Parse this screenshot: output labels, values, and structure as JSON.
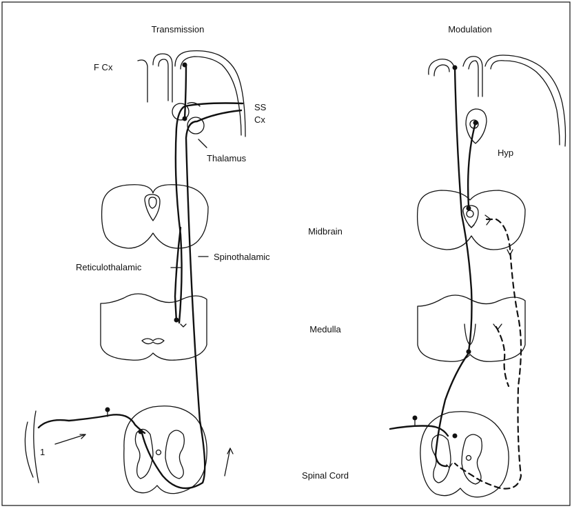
{
  "panels": {
    "left_title": "Transmission",
    "right_title": "Modulation"
  },
  "labels": {
    "fcx": "F  Cx",
    "ss": "SS",
    "cx": "Cx",
    "thalamus": "Thalamus",
    "reticulothalamic": "Reticulothalamic",
    "spinothalamic": "Spinothalamic",
    "midbrain": "Midbrain",
    "medulla": "Medulla",
    "spinal_cord": "Spinal Cord",
    "hyp": "Hyp",
    "one": "1"
  }
}
